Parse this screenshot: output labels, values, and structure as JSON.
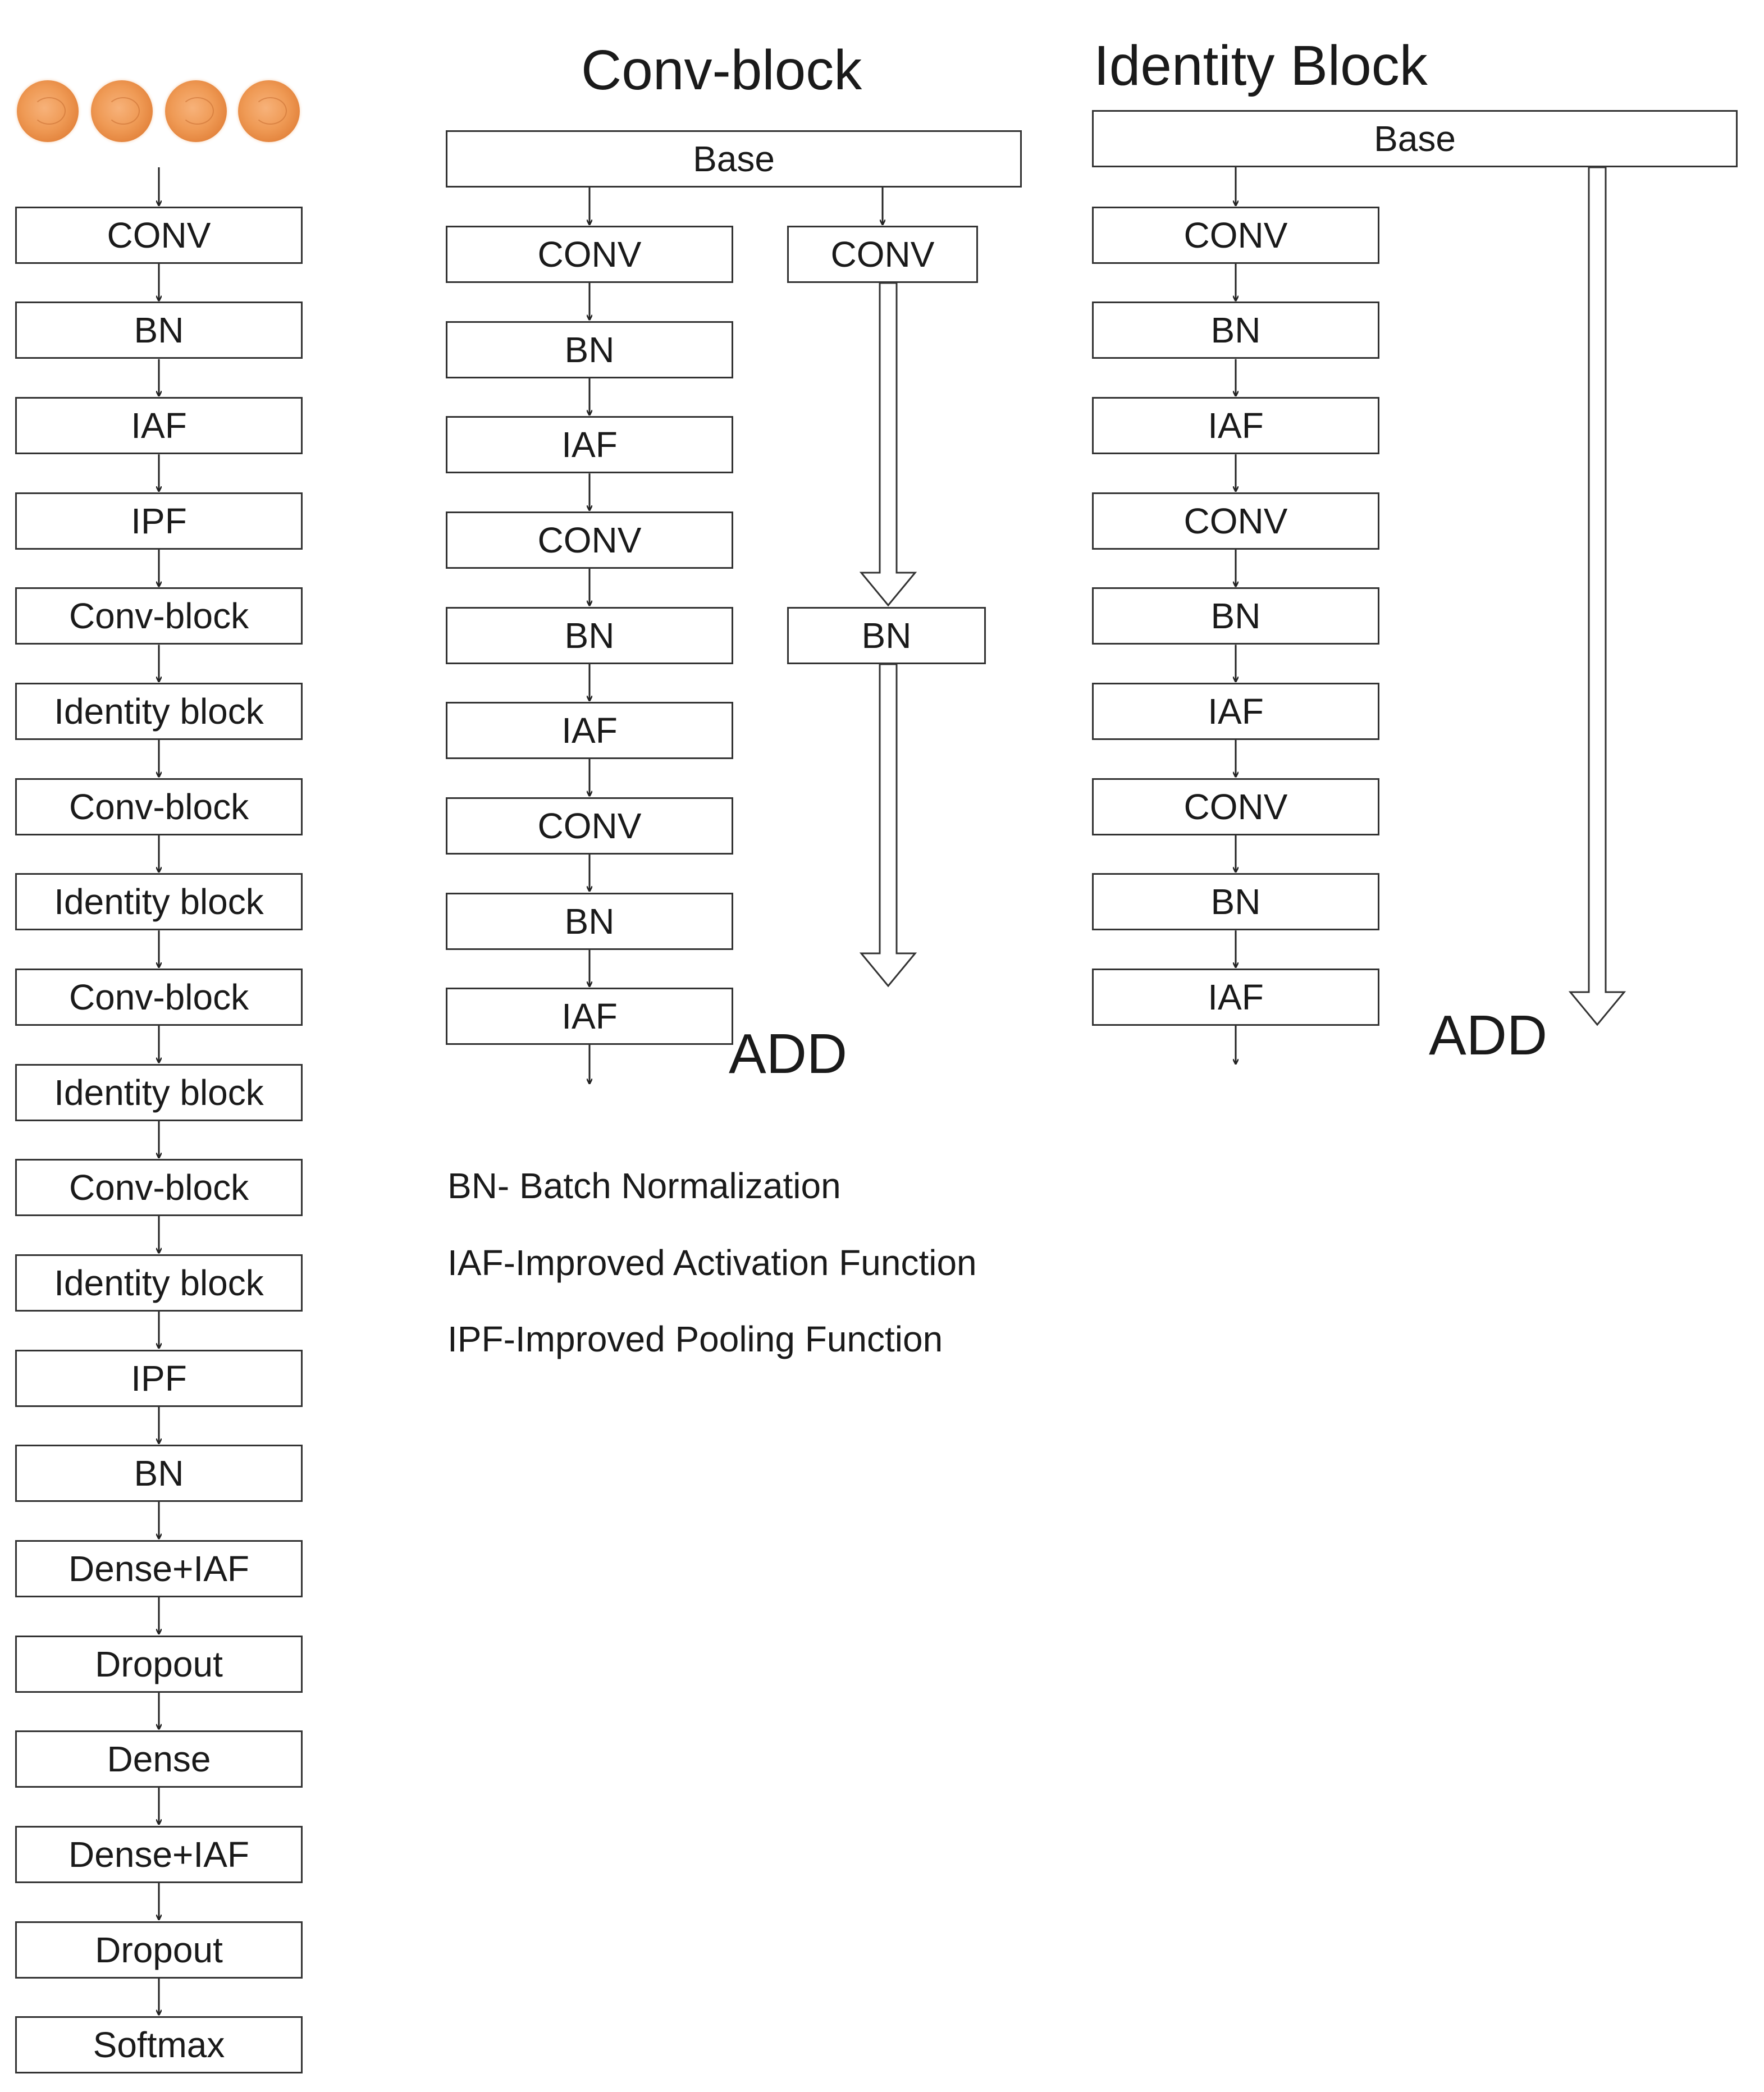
{
  "main_pipeline": {
    "stages": [
      "CONV",
      "BN",
      "IAF",
      "IPF",
      "Conv-block",
      "Identity block",
      "Conv-block",
      "Identity block",
      "Conv-block",
      "Identity block",
      "Conv-block",
      "Identity block",
      "IPF",
      "BN",
      "Dense+IAF",
      "Dropout",
      "Dense",
      "Dense+IAF",
      "Dropout",
      "Softmax"
    ],
    "input_image_count": 4
  },
  "conv_block": {
    "title": "Conv-block",
    "base": "Base",
    "main_path": [
      "CONV",
      "BN",
      "IAF",
      "CONV",
      "BN",
      "IAF",
      "CONV",
      "BN",
      "IAF"
    ],
    "shortcut_path": [
      "CONV",
      "BN"
    ],
    "merge": "ADD"
  },
  "identity_block": {
    "title": "Identity Block",
    "base": "Base",
    "main_path": [
      "CONV",
      "BN",
      "IAF",
      "CONV",
      "BN",
      "IAF",
      "CONV",
      "BN",
      "IAF"
    ],
    "merge": "ADD"
  },
  "legend": [
    "BN- Batch Normalization",
    "IAF-Improved Activation Function",
    "IPF-Improved Pooling Function"
  ]
}
